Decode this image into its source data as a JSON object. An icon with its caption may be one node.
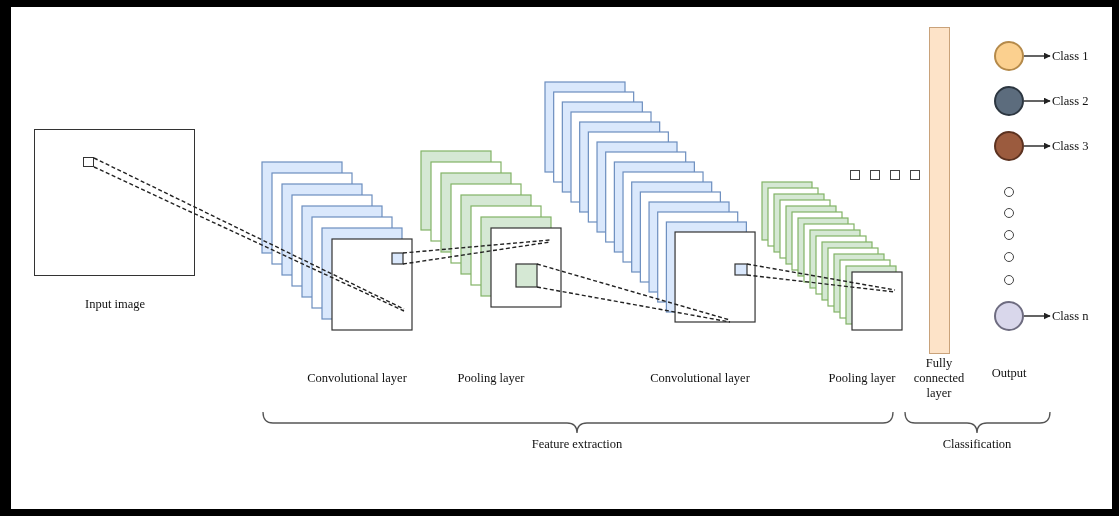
{
  "diagram": {
    "nodes": [
      {
        "text": [
          "Input image"
        ]
      },
      {
        "text": [
          "Convolutional layer"
        ]
      },
      {
        "text": [
          "Pooling layer"
        ]
      },
      {
        "text": [
          "Convolutional layer"
        ]
      },
      {
        "text": [
          "Pooling layer"
        ]
      },
      {
        "text": [],
        "shape": "box"
      },
      {
        "text": [],
        "shape": "box"
      },
      {
        "text": [],
        "shape": "box"
      },
      {
        "text": [],
        "shape": "box"
      },
      {
        "text": [
          "Fully connected layer"
        ]
      },
      {
        "text": [],
        "shape": "circle"
      },
      {
        "text": [
          "Class 1"
        ]
      },
      {
        "text": [],
        "shape": "circle"
      },
      {
        "text": [
          "Class 2"
        ]
      },
      {
        "text": [],
        "shape": "circle"
      },
      {
        "text": [
          "Class 3"
        ]
      },
      {
        "text": [],
        "shape": "circle"
      },
      {
        "text": [],
        "shape": "circle"
      },
      {
        "text": [],
        "shape": "circle"
      },
      {
        "text": [],
        "shape": "circle"
      },
      {
        "text": [],
        "shape": "circle"
      },
      {
        "text": [],
        "shape": "circle"
      },
      {
        "text": [
          "Class n"
        ]
      }
    ],
    "edges": [
      {
        "from": 0,
        "to": 1,
        "arrow": "none",
        "style": "dashed"
      },
      {
        "from": 1,
        "to": 2,
        "arrow": "none",
        "style": "dashed"
      },
      {
        "from": 2,
        "to": 3,
        "arrow": "none",
        "style": "dashed"
      },
      {
        "from": 3,
        "to": 4,
        "arrow": "none",
        "style": "dashed"
      },
      {
        "from": 10,
        "to": 11,
        "arrow": "to"
      },
      {
        "from": 12,
        "to": 13,
        "arrow": "to"
      },
      {
        "from": 14,
        "to": 15,
        "arrow": "to"
      },
      {
        "from": 21,
        "to": 22,
        "arrow": "to"
      }
    ],
    "labels": [
      "Output",
      "Feature extraction",
      "Classification"
    ]
  }
}
